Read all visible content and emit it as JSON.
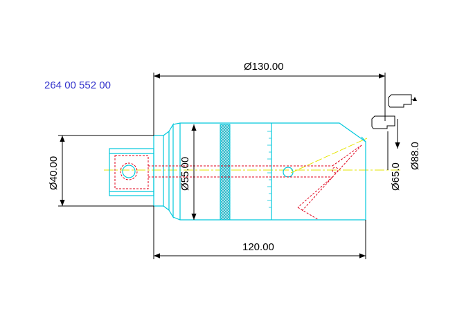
{
  "part_number": "264 00 552 00",
  "dimensions": {
    "overall_diameter": "Ø130.00",
    "shank_diameter": "Ø40.00",
    "body_diameter": "Ø55.00",
    "length": "120.00",
    "diameter_65": "Ø65.0",
    "diameter_88": "Ø88.0"
  },
  "colors": {
    "part_number": "#3333cc",
    "tool_outline": "#00c8dc",
    "hidden_lines": "#e0001a",
    "center_line": "#e6e600",
    "dimension_lines": "#000000",
    "knurl_fill": "#7fd4dd"
  },
  "icons": [
    "insert-shape-icon",
    "insert-shape-icon",
    "direction-arrow-icon"
  ]
}
